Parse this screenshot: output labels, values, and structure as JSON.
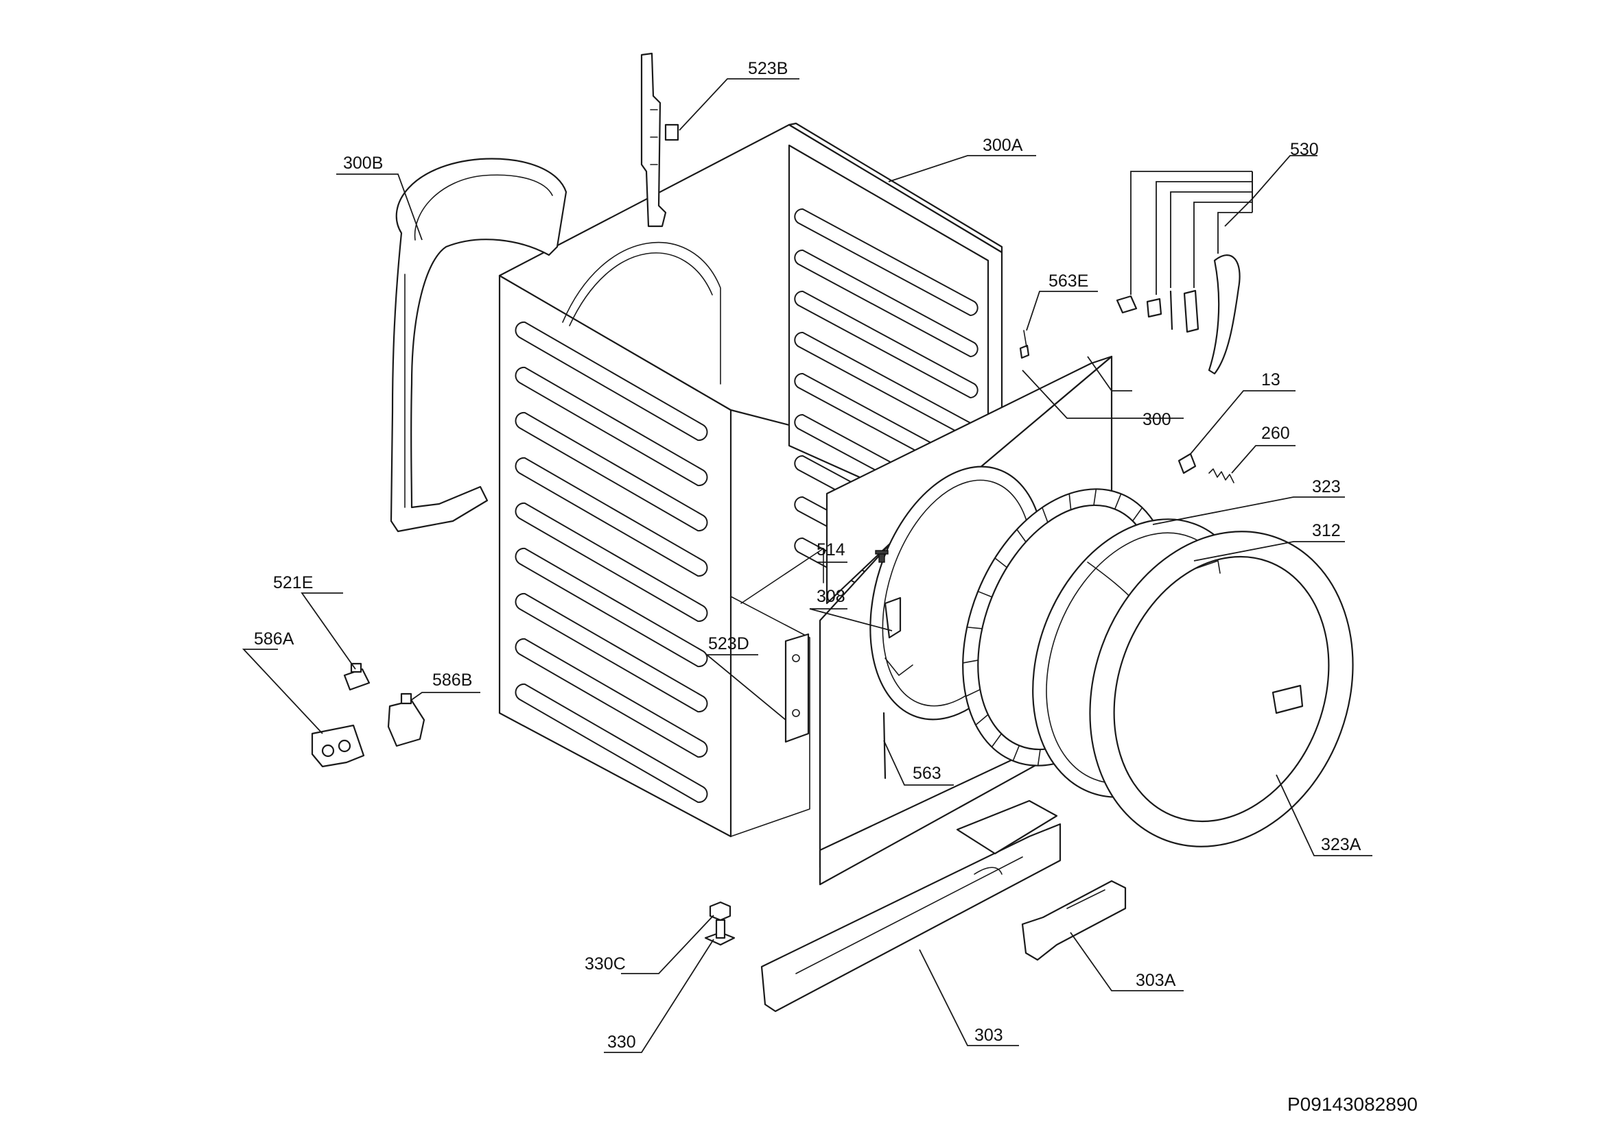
{
  "diagram_code": "P09143082890",
  "callouts": [
    {
      "id": "523B",
      "label": "523B"
    },
    {
      "id": "300B",
      "label": "300B"
    },
    {
      "id": "300A",
      "label": "300A"
    },
    {
      "id": "530",
      "label": "530"
    },
    {
      "id": "563E",
      "label": "563E"
    },
    {
      "id": "300",
      "label": "300"
    },
    {
      "id": "13",
      "label": "13"
    },
    {
      "id": "260",
      "label": "260"
    },
    {
      "id": "323",
      "label": "323"
    },
    {
      "id": "312",
      "label": "312"
    },
    {
      "id": "514",
      "label": "514"
    },
    {
      "id": "308",
      "label": "308"
    },
    {
      "id": "521E",
      "label": "521E"
    },
    {
      "id": "586A",
      "label": "586A"
    },
    {
      "id": "586B",
      "label": "586B"
    },
    {
      "id": "523D",
      "label": "523D"
    },
    {
      "id": "563",
      "label": "563"
    },
    {
      "id": "323A",
      "label": "323A"
    },
    {
      "id": "330C",
      "label": "330C"
    },
    {
      "id": "330",
      "label": "330"
    },
    {
      "id": "303",
      "label": "303"
    },
    {
      "id": "303A",
      "label": "303A"
    }
  ]
}
